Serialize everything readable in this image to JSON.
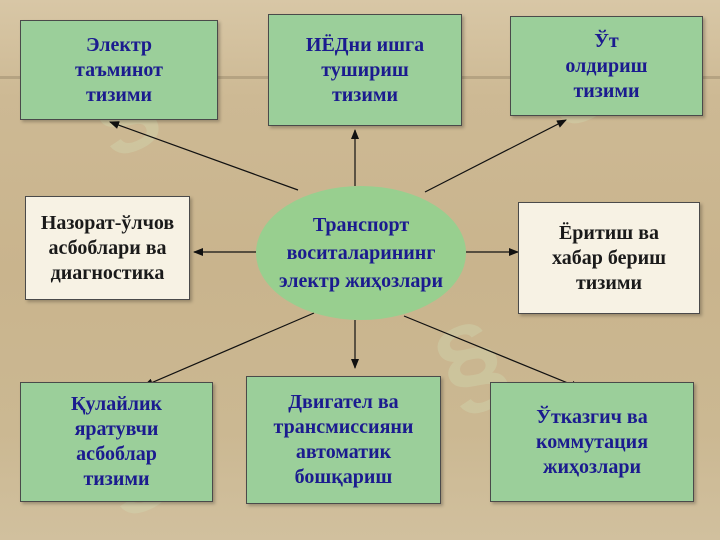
{
  "center": {
    "label": "Транспорт\nвоситаларининг\nэлектр жиҳозлари"
  },
  "nodes": {
    "power_supply": "Электр\nтаъминот\nтизими",
    "ice_start": "ИЁДни ишга\nтушириш\nтизими",
    "ignition": "Ўт\nолдириш\nтизими",
    "measurement": "Назорат-ўлчов\nасбоблари ва\nдиагностика",
    "lighting": "Ёритиш ва\nхабар бериш\nтизими",
    "comfort": "Қулайлик\nяратувчи\nасбоблар\nтизими",
    "engine_control": "Двигател ва\nтрансмиссияни\nавтоматик\nбошқариш",
    "wiring": "Ўтказгич ва\nкоммутация\nжиҳозлари"
  },
  "colors": {
    "box_fill": "#9bcf9a",
    "text_blue": "#1b1b8f",
    "ellipse_fill": "#98cf8f",
    "white_box": "#f7f2e4"
  }
}
